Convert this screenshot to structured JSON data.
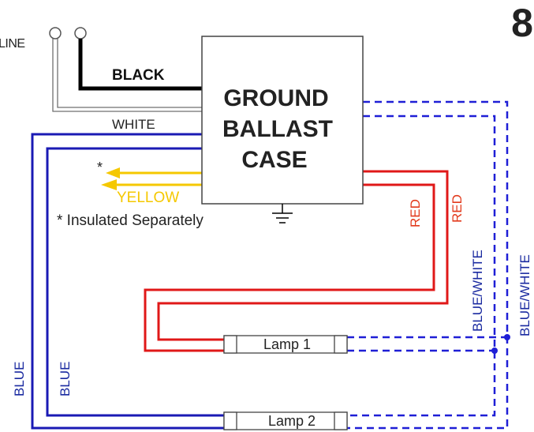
{
  "diagram_number": "8",
  "box": {
    "line1": "GROUND",
    "line2": "BALLAST",
    "line3": "CASE"
  },
  "labels": {
    "line": "LINE",
    "black": "BLACK",
    "white": "WHITE",
    "yellow": "YELLOW",
    "asterisk": "*",
    "insulated_note": "* Insulated Separately",
    "red_left": "RED",
    "red_right": "RED",
    "blue_white_left": "BLUE/WHITE",
    "blue_white_right": "BLUE/WHITE",
    "blue_left": "BLUE",
    "blue_right": "BLUE"
  },
  "lamps": {
    "lamp1": "Lamp 1",
    "lamp2": "Lamp 2"
  },
  "colors": {
    "black": "#000000",
    "white_wire": "#6f6f6f",
    "blue": "#1a1ab4",
    "blue_dashed": "#1f1fd6",
    "red": "#e01818",
    "yellow": "#f5c800",
    "red_text": "#e23a1c",
    "blue_text": "#1a2aa0",
    "yellow_text": "#f5c800"
  }
}
